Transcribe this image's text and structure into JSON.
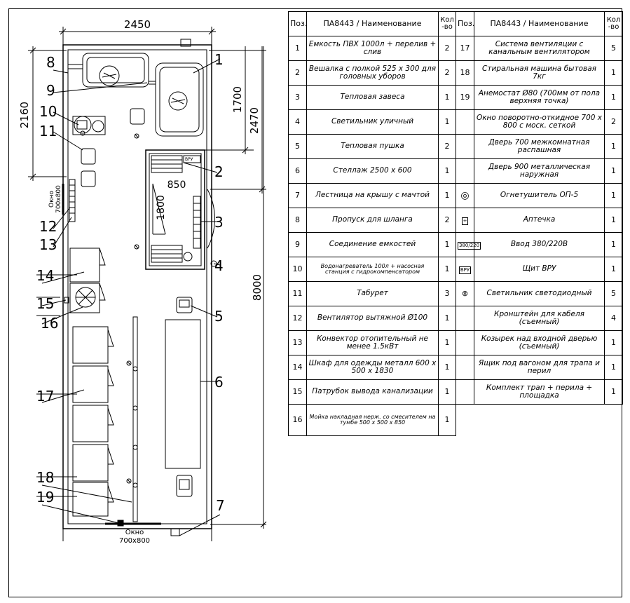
{
  "plan": {
    "dim_width": "2450",
    "dim_height": "8000",
    "dim_left": "2160",
    "dim_1700": "1700",
    "dim_2470": "2470",
    "dim_850": "850",
    "dim_1800": "1800",
    "window_side_line1": "Окно",
    "window_side_line2": "700х800",
    "window_bottom_line1": "Окно",
    "window_bottom_line2": "700х800",
    "vru_label": "ВРУ",
    "callouts": [
      "1",
      "2",
      "3",
      "4",
      "5",
      "6",
      "7",
      "8",
      "9",
      "10",
      "11",
      "12",
      "13",
      "14",
      "15",
      "16",
      "17",
      "18",
      "19"
    ]
  },
  "spec": {
    "headers": {
      "pos": "Поз.",
      "name": "ПА8443 / Наименование",
      "qty": "Кол -во"
    },
    "left_rows": [
      {
        "pos": "1",
        "name": "Емкость ПВХ 1000л + перелив + слив",
        "qty": "2"
      },
      {
        "pos": "2",
        "name": "Вешалка с полкой 525 х 300 для головных уборов",
        "qty": "2"
      },
      {
        "pos": "3",
        "name": "Тепловая завеса",
        "qty": "1"
      },
      {
        "pos": "4",
        "name": "Светильник уличный",
        "qty": "1"
      },
      {
        "pos": "5",
        "name": "Тепловая пушка",
        "qty": "2"
      },
      {
        "pos": "6",
        "name": "Стеллаж 2500 х 600",
        "qty": "1"
      },
      {
        "pos": "7",
        "name": "Лестница на крышу с мачтой",
        "qty": "1"
      },
      {
        "pos": "8",
        "name": "Пропуск для шланга",
        "qty": "2"
      },
      {
        "pos": "9",
        "name": "Соединение емкостей",
        "qty": "1"
      },
      {
        "pos": "10",
        "name": "Водонагреватель 100л + насосная станция с гидрокомпенсатором",
        "qty": "1"
      },
      {
        "pos": "11",
        "name": "Табурет",
        "qty": "3"
      },
      {
        "pos": "12",
        "name": "Вентилятор вытяжной Ø100",
        "qty": "1"
      },
      {
        "pos": "13",
        "name": "Конвектор отопительный не менее 1.5кВт",
        "qty": "1"
      },
      {
        "pos": "14",
        "name": "Шкаф для одежды металл 600 х 500 х 1830",
        "qty": "1"
      },
      {
        "pos": "15",
        "name": "Патрубок вывода канализации",
        "qty": "1"
      },
      {
        "pos": "16",
        "name": "Мойка накладная нерж. со смесителем на тумбе 500 х 500 х 850",
        "qty": "1"
      }
    ],
    "right_rows": [
      {
        "pos": "17",
        "name": "Система вентиляции с канальным вентилятором",
        "qty": "5"
      },
      {
        "pos": "18",
        "name": "Стиральная машина бытовая 7кг",
        "qty": "1"
      },
      {
        "pos": "19",
        "name": "Анемостат Ø80 (700мм от пола верхняя точка)",
        "qty": "1"
      },
      {
        "pos": "",
        "name": "Окно поворотно-откидное 700 х 800 с моск. сеткой",
        "qty": "2"
      },
      {
        "pos": "",
        "name": "Дверь 700 межкомнатная распашная",
        "qty": "1"
      },
      {
        "pos": "",
        "name": "Дверь 900 металлическая наружная",
        "qty": "1"
      },
      {
        "pos": "",
        "symbol": "extinguisher",
        "name": "Огнетушитель ОП-5",
        "qty": "1"
      },
      {
        "pos": "",
        "symbol": "firstaid",
        "symbol_text": "+",
        "name": "Аптечка",
        "qty": "1"
      },
      {
        "pos": "",
        "symbol": "input",
        "symbol_text": "380/220",
        "name": "Ввод 380/220В",
        "qty": "1"
      },
      {
        "pos": "",
        "symbol": "vru",
        "symbol_text": "ВРУ",
        "name": "Щит ВРУ",
        "qty": "1"
      },
      {
        "pos": "",
        "symbol": "led",
        "name": "Светильник светодиодный",
        "qty": "5"
      },
      {
        "pos": "",
        "name": "Кронштейн для кабеля (съемный)",
        "qty": "4"
      },
      {
        "pos": "",
        "name": "Козырек над входной дверью (съемный)",
        "qty": "1"
      },
      {
        "pos": "",
        "name": "Ящик под вагоном для трапа и перил",
        "qty": "1"
      },
      {
        "pos": "",
        "name": "Комплект трап + перила + площадка",
        "qty": "1"
      }
    ]
  }
}
